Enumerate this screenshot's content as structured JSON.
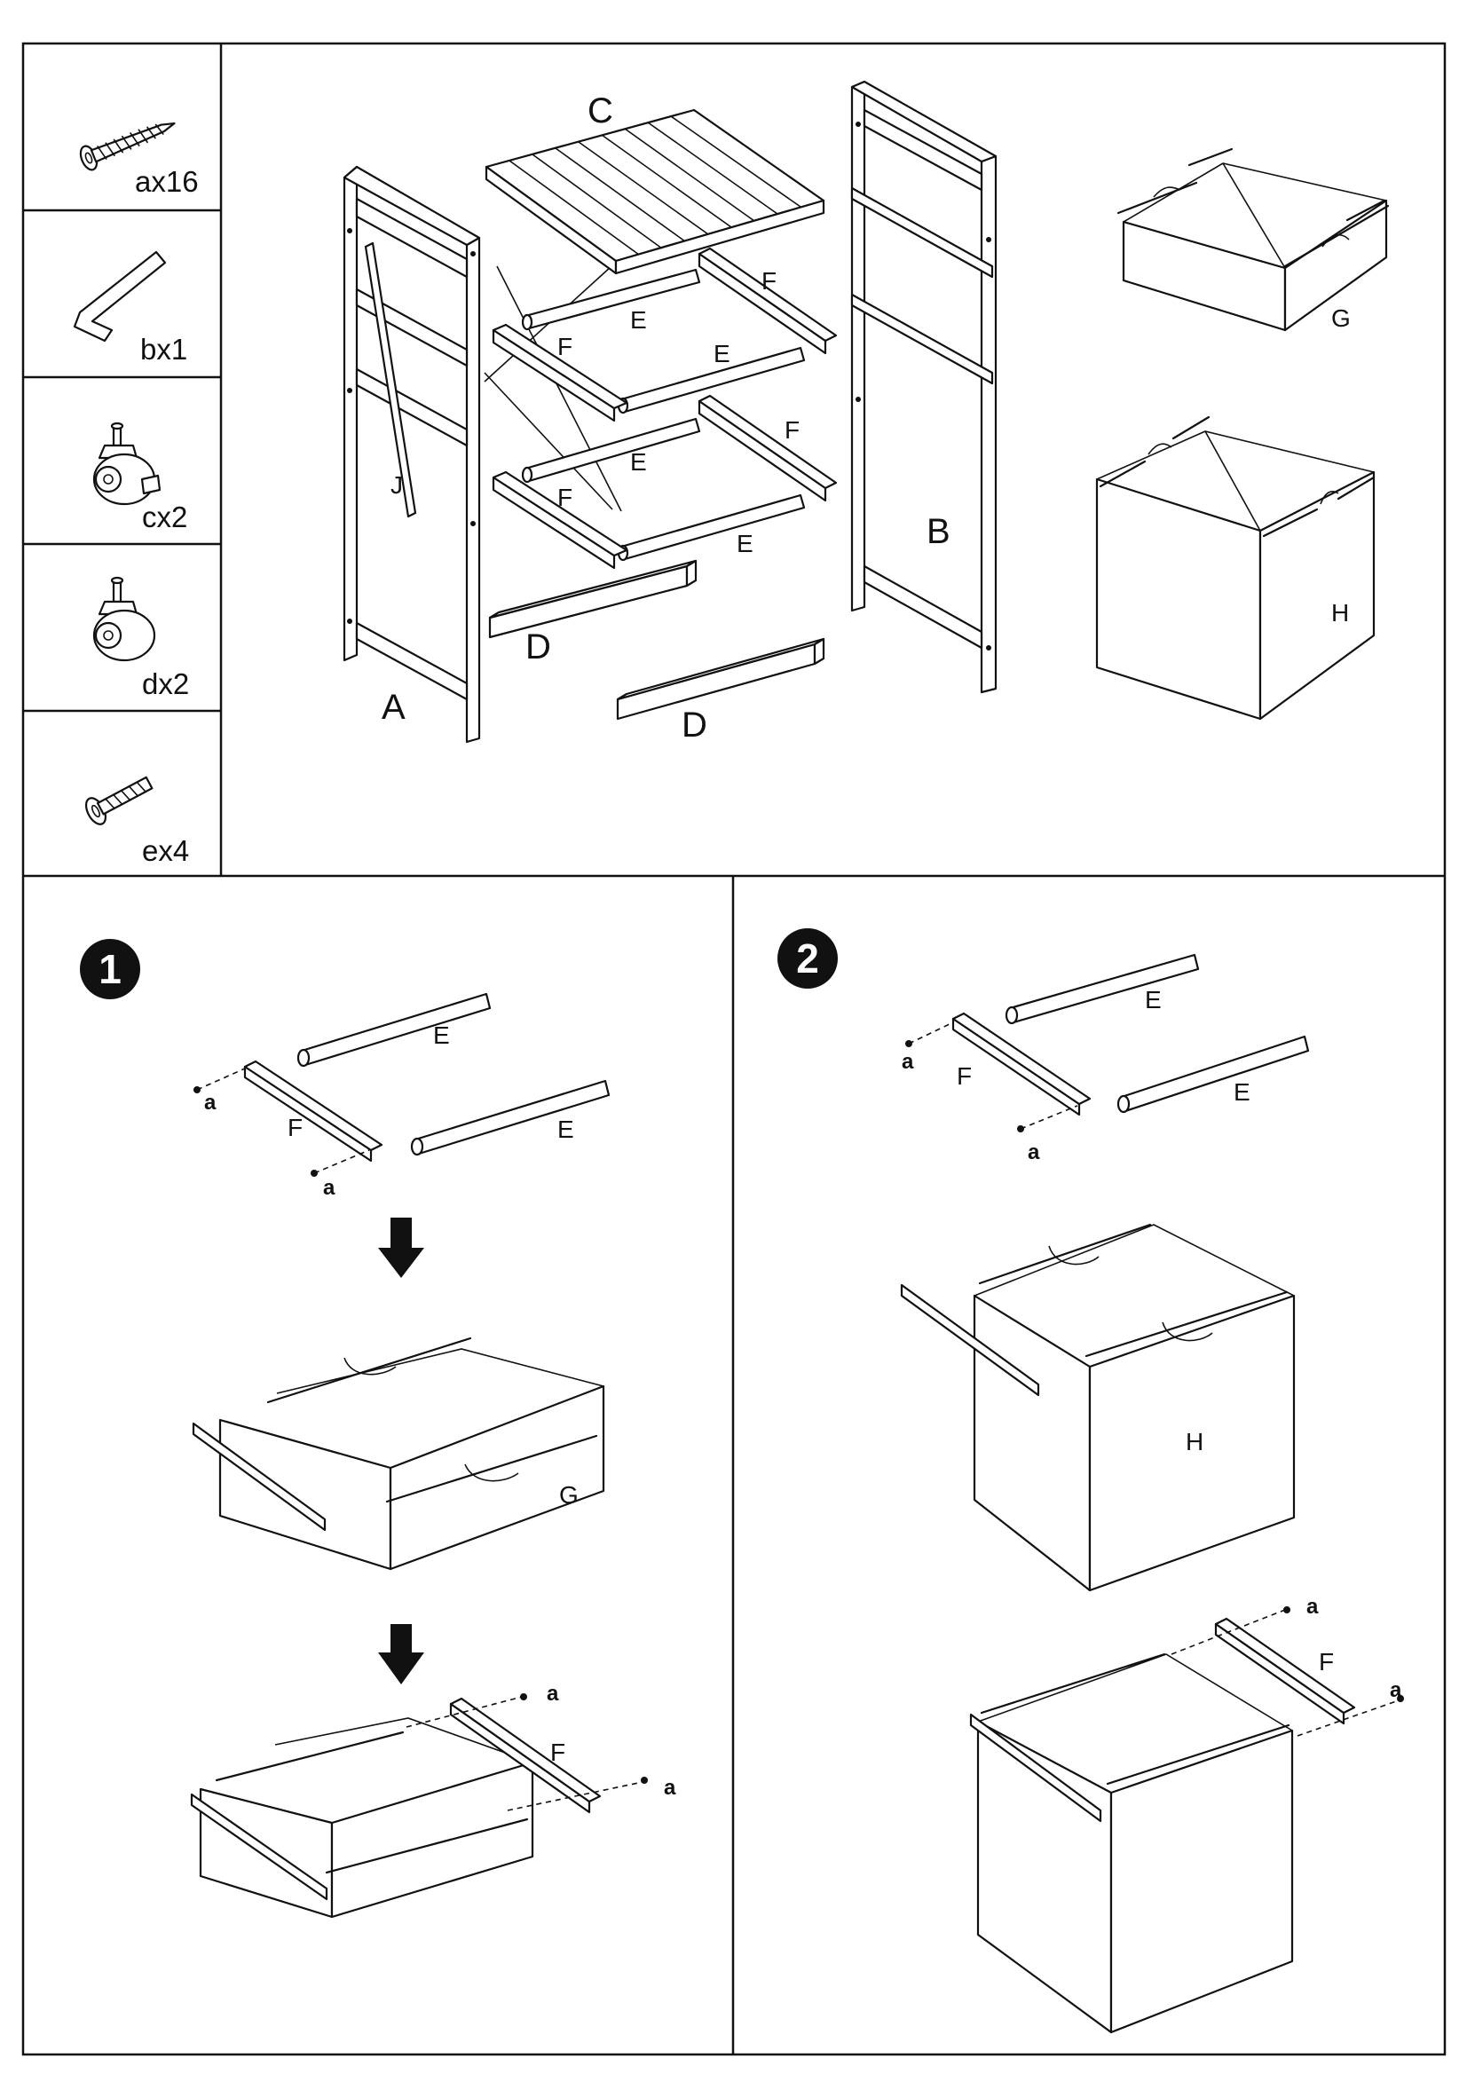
{
  "parts_list": [
    {
      "qty": "ax16",
      "icon": "wood-screw-icon"
    },
    {
      "qty": "bx1",
      "icon": "allen-key-icon"
    },
    {
      "qty": "cx2",
      "icon": "caster-with-brake-icon"
    },
    {
      "qty": "dx2",
      "icon": "caster-icon"
    },
    {
      "qty": "ex4",
      "icon": "bolt-icon"
    }
  ],
  "overview_labels": {
    "A": "A",
    "B": "B",
    "C": "C",
    "D": "D",
    "E": "E",
    "F": "F",
    "G": "G",
    "H": "H",
    "J": "J"
  },
  "step1": {
    "number": "1",
    "labels": {
      "E": "E",
      "F": "F",
      "G": "G",
      "a": "a"
    }
  },
  "step2": {
    "number": "2",
    "labels": {
      "E": "E",
      "F": "F",
      "H": "H",
      "a": "a"
    }
  }
}
